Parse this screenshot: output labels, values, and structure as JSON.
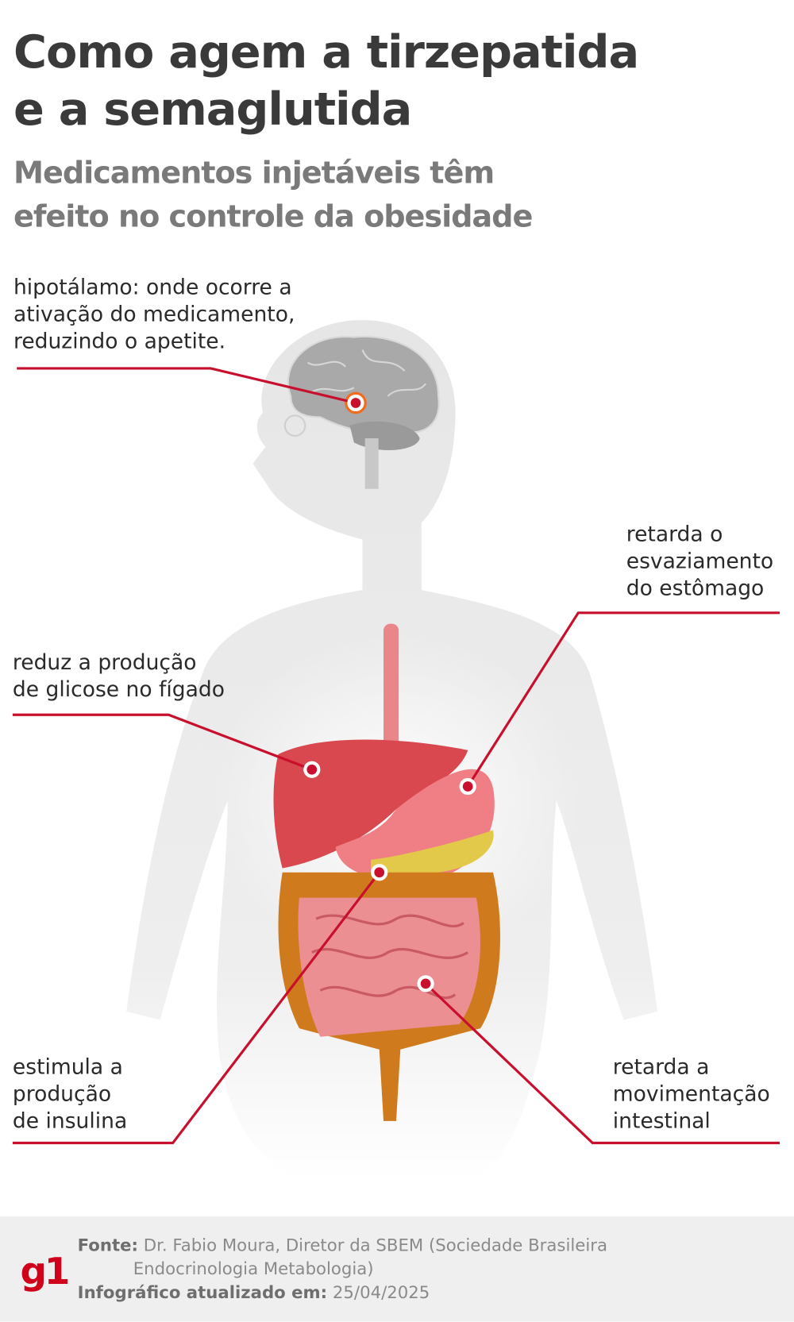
{
  "header": {
    "title_line1": "Como agem a tirzepatida",
    "title_line2": "e a semaglutida",
    "subtitle_line1": "Medicamentos injetáveis têm",
    "subtitle_line2": "efeito no controle da obesidade"
  },
  "labels": {
    "hypothalamus": [
      "hipotálamo: onde ocorre a",
      "ativação do medicamento,",
      "reduzindo o apetite."
    ],
    "stomach": [
      "retarda o",
      "esvaziamento",
      "do estômago"
    ],
    "liver": [
      "reduz a produção",
      "de glicose no fígado"
    ],
    "pancreas": [
      "estimula a",
      "produção",
      "de insulina"
    ],
    "intestine": [
      "retarda a",
      "movimentação",
      "intestinal"
    ]
  },
  "footer": {
    "logo": "g1",
    "source_label": "Fonte:",
    "source_line1": "Dr. Fabio Moura, Diretor da SBEM (Sociedade Brasileira",
    "source_line2": "Endocrinologia Metabologia)",
    "updated_label": "Infográfico atualizado em:",
    "updated_date": "25/04/2025"
  },
  "colors": {
    "accent": "#c8102e",
    "logo": "#d0021b"
  }
}
